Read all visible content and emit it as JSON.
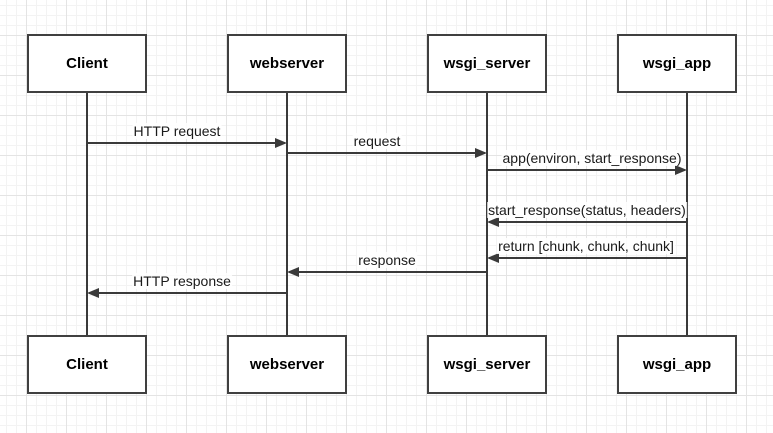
{
  "diagram": {
    "type": "sequence-diagram",
    "actors": [
      "Client",
      "webserver",
      "wsgi_server",
      "wsgi_app"
    ],
    "messages": [
      {
        "label": "HTTP request",
        "from": "Client",
        "to": "webserver",
        "direction": "right"
      },
      {
        "label": "request",
        "from": "webserver",
        "to": "wsgi_server",
        "direction": "right"
      },
      {
        "label": "app(environ, start_response)",
        "from": "wsgi_server",
        "to": "wsgi_app",
        "direction": "right"
      },
      {
        "label": "start_response(status, headers)",
        "from": "wsgi_app",
        "to": "wsgi_server",
        "direction": "left"
      },
      {
        "label": "return [chunk, chunk, chunk]",
        "from": "wsgi_app",
        "to": "wsgi_server",
        "direction": "left"
      },
      {
        "label": "response",
        "from": "wsgi_server",
        "to": "webserver",
        "direction": "left"
      },
      {
        "label": "HTTP response",
        "from": "webserver",
        "to": "Client",
        "direction": "left"
      }
    ],
    "style": {
      "canvas_background": "#ffffff",
      "grid_minor_color": "#f3f3f3",
      "grid_major_color": "#e4e4e4",
      "shape_border_color": "#404040",
      "line_color": "#3a3a3a",
      "text_color": "#000000"
    }
  }
}
